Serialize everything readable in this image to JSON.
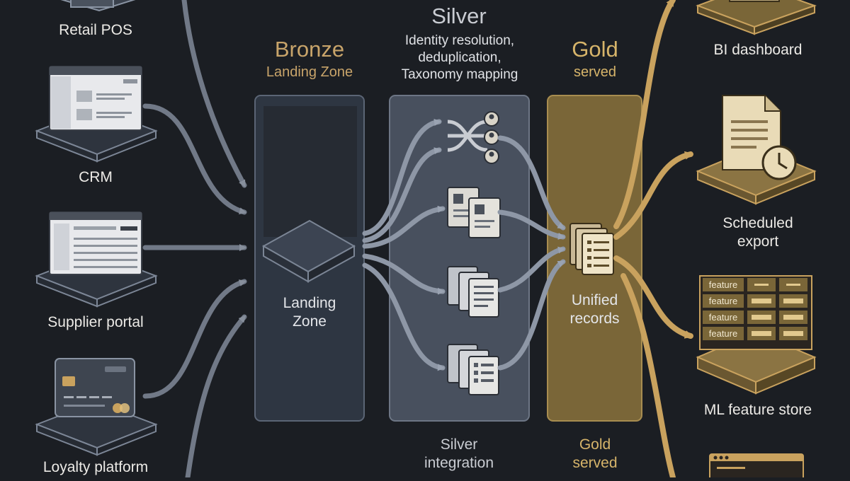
{
  "sources": [
    {
      "id": "retail-pos",
      "label": "Retail POS"
    },
    {
      "id": "crm",
      "label": "CRM"
    },
    {
      "id": "supplier-portal",
      "label": "Supplier portal"
    },
    {
      "id": "loyalty-platform",
      "label": "Loyalty platform"
    }
  ],
  "bronze": {
    "title": "Bronze",
    "subtitle": "Landing Zone",
    "box_label_1": "Landing",
    "box_label_2": "Zone"
  },
  "silver": {
    "title": "Silver",
    "desc_1": "Identity resolution,",
    "desc_2": "deduplication,",
    "desc_3": "Taxonomy mapping",
    "foot_1": "Silver",
    "foot_2": "integration"
  },
  "gold": {
    "title": "Gold",
    "subtitle": "served",
    "center_1": "Unified",
    "center_2": "records",
    "foot_1": "Gold",
    "foot_2": "served"
  },
  "outputs": {
    "bi": "BI dashboard",
    "export_1": "Scheduled",
    "export_2": "export",
    "feature_store": "ML feature store",
    "feature_rows": [
      "feature",
      "feature",
      "feature",
      "feature"
    ]
  },
  "colors": {
    "background": "#1b1e23",
    "bronze_panel": "#2e3642",
    "silver_panel": "#48505e",
    "gold_panel": "#7a6638",
    "gold_accent": "#c9a25e",
    "silver_arrow": "#8e97a6"
  }
}
